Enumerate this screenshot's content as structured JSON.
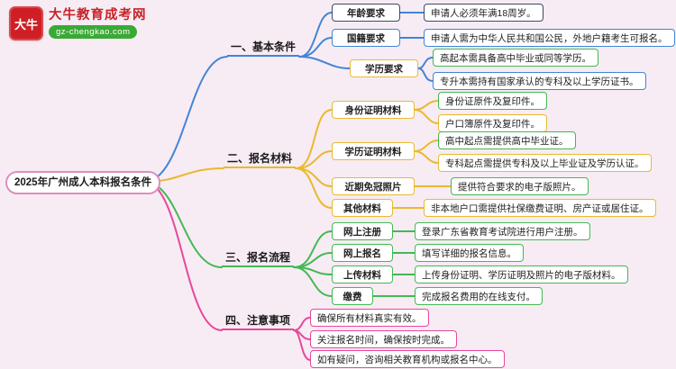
{
  "logo": {
    "badge": "大牛",
    "brand": "大牛教育成考网",
    "domain": "gz-chengkao.com"
  },
  "root": {
    "title": "2025年广州成人本科报名条件"
  },
  "branches": [
    {
      "label": "一、基本条件",
      "nodes": [
        {
          "label": "年龄要求",
          "details": [
            "申请人必须年满18周岁。"
          ]
        },
        {
          "label": "国籍要求",
          "details": [
            "申请人需为中华人民共和国公民，外地户籍考生可报名。"
          ]
        },
        {
          "label": "学历要求",
          "details": [
            "高起本需具备高中毕业或同等学历。",
            "专升本需持有国家承认的专科及以上学历证书。"
          ]
        }
      ]
    },
    {
      "label": "二、报名材料",
      "nodes": [
        {
          "label": "身份证明材料",
          "details": [
            "身份证原件及复印件。",
            "户口簿原件及复印件。"
          ]
        },
        {
          "label": "学历证明材料",
          "details": [
            "高中起点需提供高中毕业证。",
            "专科起点需提供专科及以上毕业证及学历认证。"
          ]
        },
        {
          "label": "近期免冠照片",
          "details": [
            "提供符合要求的电子版照片。"
          ]
        },
        {
          "label": "其他材料",
          "details": [
            "非本地户口需提供社保缴费证明、房产证或居住证。"
          ]
        }
      ]
    },
    {
      "label": "三、报名流程",
      "nodes": [
        {
          "label": "网上注册",
          "details": [
            "登录广东省教育考试院进行用户注册。"
          ]
        },
        {
          "label": "网上报名",
          "details": [
            "填写详细的报名信息。"
          ]
        },
        {
          "label": "上传材料",
          "details": [
            "上传身份证明、学历证明及照片的电子版材料。"
          ]
        },
        {
          "label": "缴费",
          "details": [
            "完成报名费用的在线支付。"
          ]
        }
      ]
    },
    {
      "label": "四、注意事项",
      "notes": [
        "确保所有材料真实有效。",
        "关注报名时间，确保按时完成。",
        "如有疑问，咨询相关教育机构或报名中心。"
      ]
    }
  ],
  "colors": {
    "background": "#f7ecf4",
    "blue": "#4285d6",
    "yellow": "#eab92d",
    "green": "#44b854",
    "pink": "#e8479b",
    "navy": "#3d4a68",
    "logo_red": "#cf1f25",
    "domain_green": "#3aa935"
  }
}
